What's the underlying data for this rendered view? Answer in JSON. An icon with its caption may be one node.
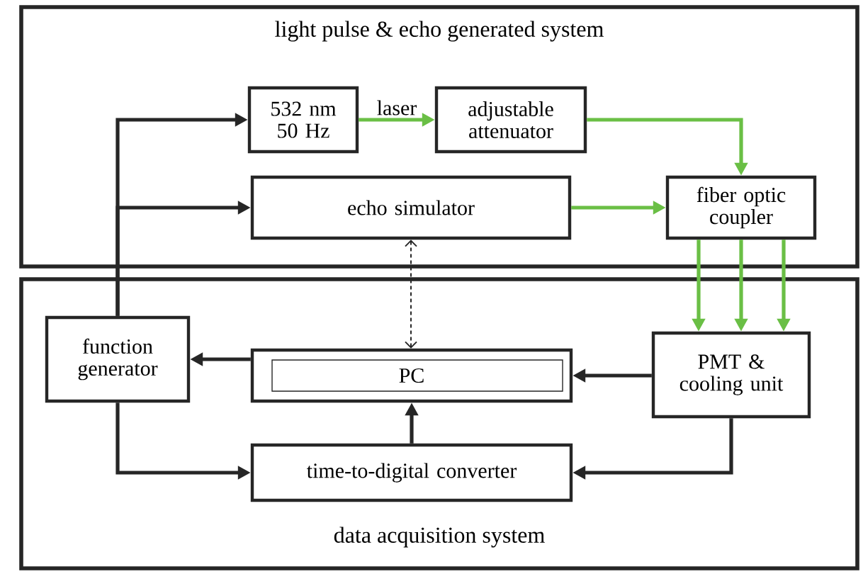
{
  "diagram": {
    "nodes": [
      {
        "text": [
          "light pulse & echo generated system"
        ]
      },
      {
        "text": [
          "532 nm 50 Hz"
        ],
        "in": 0
      },
      {
        "text": [
          "adjustable attenuator"
        ],
        "in": 0
      },
      {
        "text": [
          "echo simulator"
        ],
        "in": 0
      },
      {
        "text": [
          "fiber optic coupler"
        ],
        "in": 0
      },
      {
        "text": [
          "data acquisition system"
        ]
      },
      {
        "text": [
          "function generator"
        ],
        "in": 5
      },
      {
        "text": [
          "PC"
        ],
        "in": 5
      },
      {
        "text": [
          "PMT & cooling unit"
        ],
        "in": 5
      },
      {
        "text": [
          "time-to-digital converter"
        ],
        "in": 5
      }
    ],
    "edges": [
      {
        "from": 6,
        "to": 1,
        "arrow": "to"
      },
      {
        "from": 6,
        "to": 3,
        "arrow": "to"
      },
      {
        "from": 1,
        "to": 2,
        "arrow": "to",
        "label": "laser",
        "color": "#6abf45"
      },
      {
        "from": 2,
        "to": 4,
        "arrow": "to",
        "color": "#6abf45"
      },
      {
        "from": 3,
        "to": 4,
        "arrow": "to",
        "color": "#6abf45"
      },
      {
        "from": 4,
        "to": 8,
        "arrow": "to",
        "color": "#6abf45"
      },
      {
        "from": 4,
        "to": 8,
        "arrow": "to",
        "color": "#6abf45"
      },
      {
        "from": 4,
        "to": 8,
        "arrow": "to",
        "color": "#6abf45"
      },
      {
        "from": 3,
        "to": 7,
        "arrow": "both",
        "style": "dashed"
      },
      {
        "from": 7,
        "to": 6,
        "arrow": "to"
      },
      {
        "from": 8,
        "to": 7,
        "arrow": "to"
      },
      {
        "from": 9,
        "to": 7,
        "arrow": "to"
      },
      {
        "from": 6,
        "to": 9,
        "arrow": "to"
      },
      {
        "from": 8,
        "to": 9,
        "arrow": "to"
      }
    ]
  }
}
